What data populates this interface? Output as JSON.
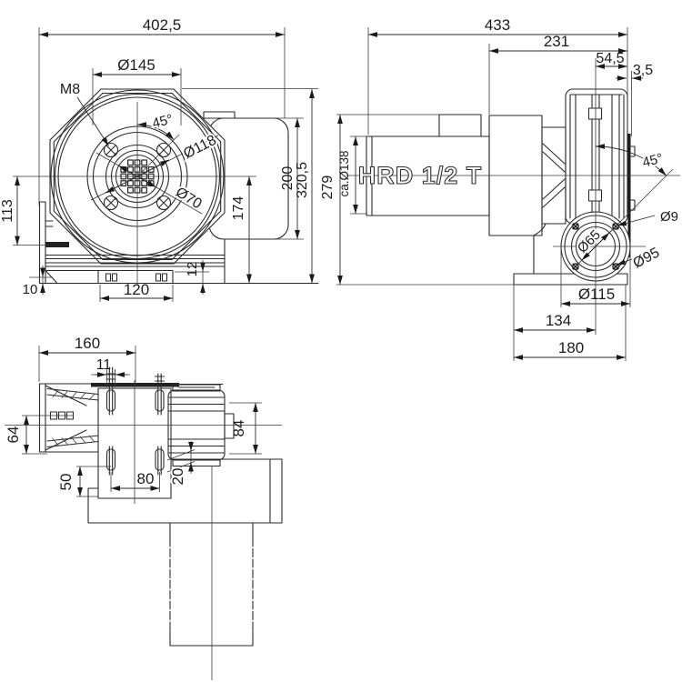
{
  "page": {
    "background": "#ffffff",
    "line_color": "#2a2a2a",
    "text_color": "#1c1c1c"
  },
  "views": {
    "front": {
      "overall_width": "402,5",
      "flange_dia": "Ø145",
      "thread_label": "M8",
      "bolt_angle": "45°",
      "bolt_circle_dia": "Ø118",
      "inlet_dia": "Ø70",
      "axis_to_slot": "113",
      "axis_to_base": "174",
      "motor_height": "200",
      "overall_height": "320,5",
      "base_plate_thickness": "12",
      "base_slot_spacing": "120",
      "base_lip": "10"
    },
    "side": {
      "model_label": "HRD 1/2 T",
      "overall_length": "433",
      "housing_length": "231",
      "axis_to_face": "54,5",
      "wall_plate_thickness": "3,5",
      "motor_dia": "ca.Ø138",
      "overall_height": "279",
      "outlet_angle": "45°",
      "outlet_bolt_hole_dia": "Ø9",
      "outlet_bore_dia": "Ø65",
      "outlet_bolt_circle_dia": "Ø95",
      "outlet_flange_dia": "Ø115",
      "base_to_outlet_axis": "134",
      "base_length": "180"
    },
    "bottom": {
      "base_width": "160",
      "slot_width": "11",
      "inlet_depth": "64",
      "housing_depth": "84",
      "slot_to_edge": "50",
      "slot_spacing": "80",
      "edge_offset": "20"
    }
  }
}
